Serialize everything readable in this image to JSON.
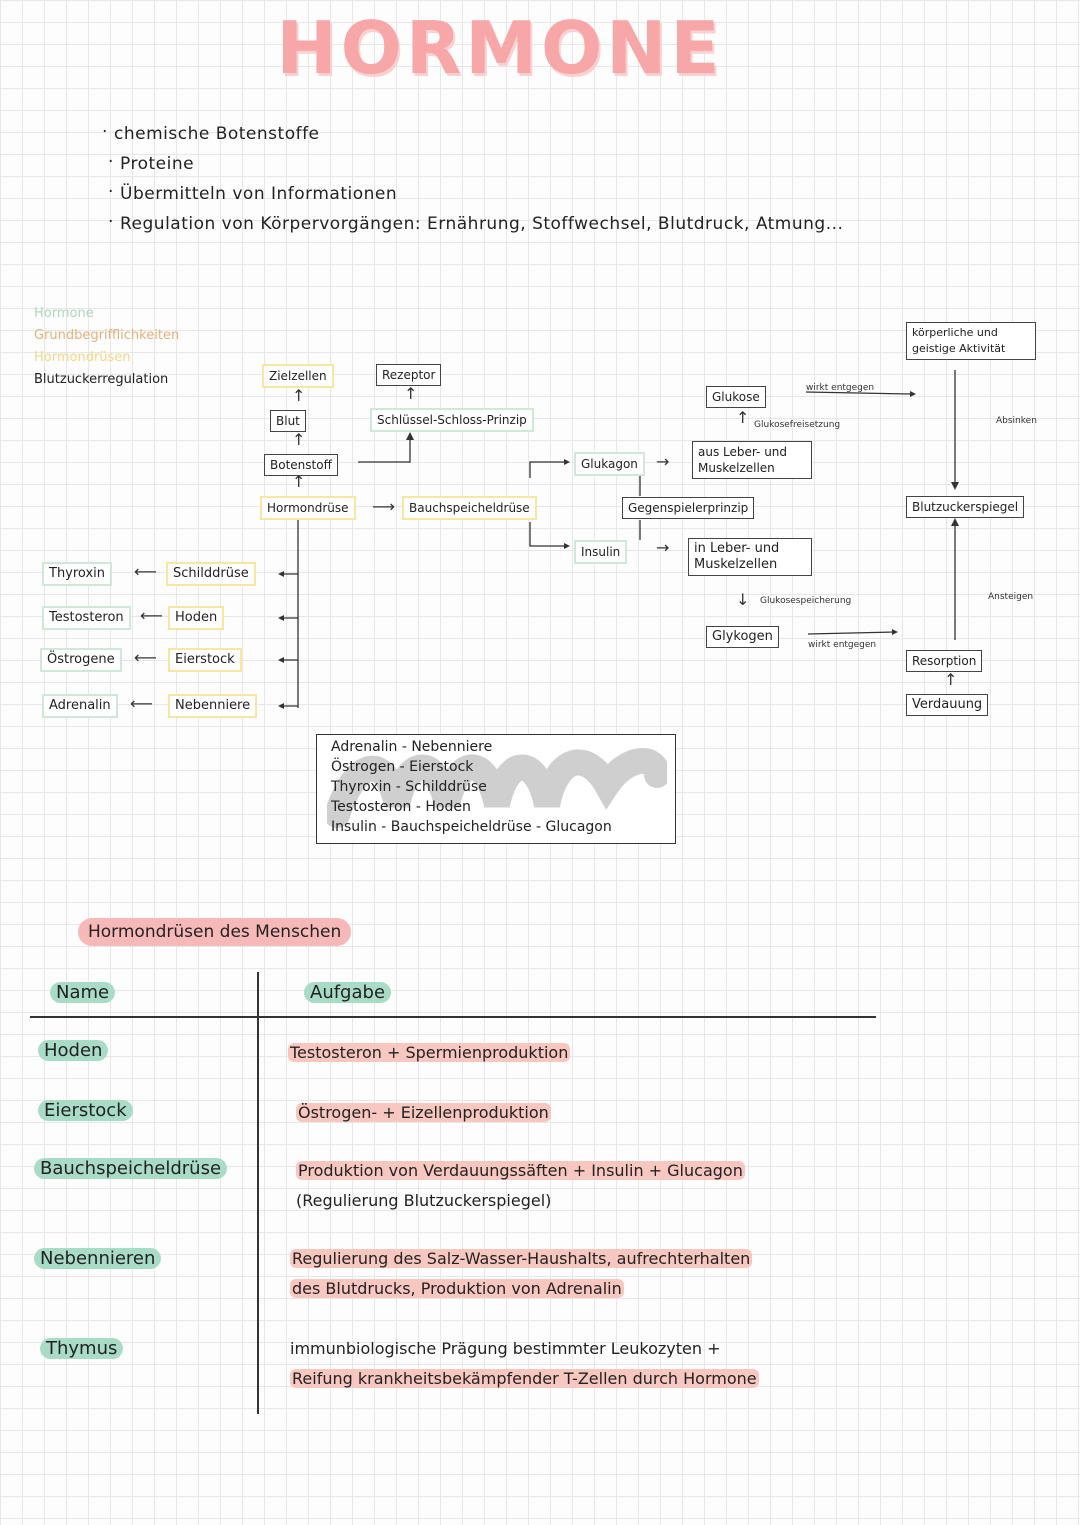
{
  "title": "HORMONE",
  "intro_bullets": [
    "chemische Botenstoffe",
    "Proteine",
    "Übermitteln von Informationen",
    "Regulation von Körpervorgängen: Ernährung, Stoffwechsel, Blutdruck, Atmung..."
  ],
  "side_nav": [
    "Hormone",
    "Grundbegrifflichkeiten",
    "Hormondrüsen",
    "Blutzuckerregulation"
  ],
  "diagram": {
    "zielzellen": "Zielzellen",
    "blut": "Blut",
    "botenstoff": "Botenstoff",
    "hormondruese": "Hormondrüse",
    "rezeptor": "Rezeptor",
    "schluessel": "Schlüssel-Schloss-Prinzip",
    "bauchspeicheldruese": "Bauchspeicheldrüse",
    "glukagon": "Glukagon",
    "insulin": "Insulin",
    "gegenspieler": "Gegenspielerprinzip",
    "glukose": "Glukose",
    "glukosefreisetzung": "Glukosefreisetzung",
    "aus_leber": "aus Leber- und Muskelzellen",
    "in_leber": "in Leber- und Muskelzellen",
    "glukosespeicherung": "Glukosespeicherung",
    "glykogen": "Glykogen",
    "wirkt_entgegen_top": "wirkt entgegen",
    "wirkt_entgegen_bottom": "wirkt entgegen",
    "koerperliche": "körperliche und geistige Aktivität",
    "absinken": "Absinken",
    "blutzuckerspiegel": "Blutzuckerspiegel",
    "ansteigen": "Ansteigen",
    "resorption": "Resorption",
    "verdauung": "Verdauung",
    "pairs": [
      {
        "hormone": "Thyroxin",
        "gland": "Schilddrüse"
      },
      {
        "hormone": "Testosteron",
        "gland": "Hoden"
      },
      {
        "hormone": "Östrogene",
        "gland": "Eierstock"
      },
      {
        "hormone": "Adrenalin",
        "gland": "Nebenniere"
      }
    ]
  },
  "legend_lines": [
    "Adrenalin - Nebenniere",
    "Östrogen - Eierstock",
    "Thyroxin - Schilddrüse",
    "Testosteron - Hoden",
    "Insulin - Bauchspeicheldrüse - Glucagon"
  ],
  "glands_table": {
    "heading": "Hormondrüsen des Menschen",
    "col_name": "Name",
    "col_task": "Aufgabe",
    "rows": [
      {
        "name": "Hoden",
        "task_line1": "Testosteron + Spermienproduktion",
        "task_line2": ""
      },
      {
        "name": "Eierstock",
        "task_line1": "Östrogen- + Eizellenproduktion",
        "task_line2": ""
      },
      {
        "name": "Bauchspeicheldrüse",
        "task_line1": "Produktion von Verdauungssäften + Insulin + Glucagon",
        "task_line2": "(Regulierung Blutzuckerspiegel)"
      },
      {
        "name": "Nebennieren",
        "task_line1": "Regulierung des Salz-Wasser-Haushalts, aufrechterhalten",
        "task_line2": "des Blutdrucks, Produktion von Adrenalin"
      },
      {
        "name": "Thymus",
        "task_line1": "immunbiologische Prägung bestimmter Leukozyten +",
        "task_line2": "Reifung krankheitsbekämpfender T-Zellen durch Hormone"
      }
    ]
  },
  "colors": {
    "title_pink": "#f7a7a7",
    "pill_pink": "#f7b8b8",
    "highlight_pink": "#f7c7c0",
    "mint": "#a9dcc7",
    "box_yellow": "#f7e7a3",
    "box_green": "#cfe9d8",
    "nav_green": "#a9d8bf",
    "nav_orange": "#e6b07a",
    "nav_yellow": "#f3d77f"
  }
}
